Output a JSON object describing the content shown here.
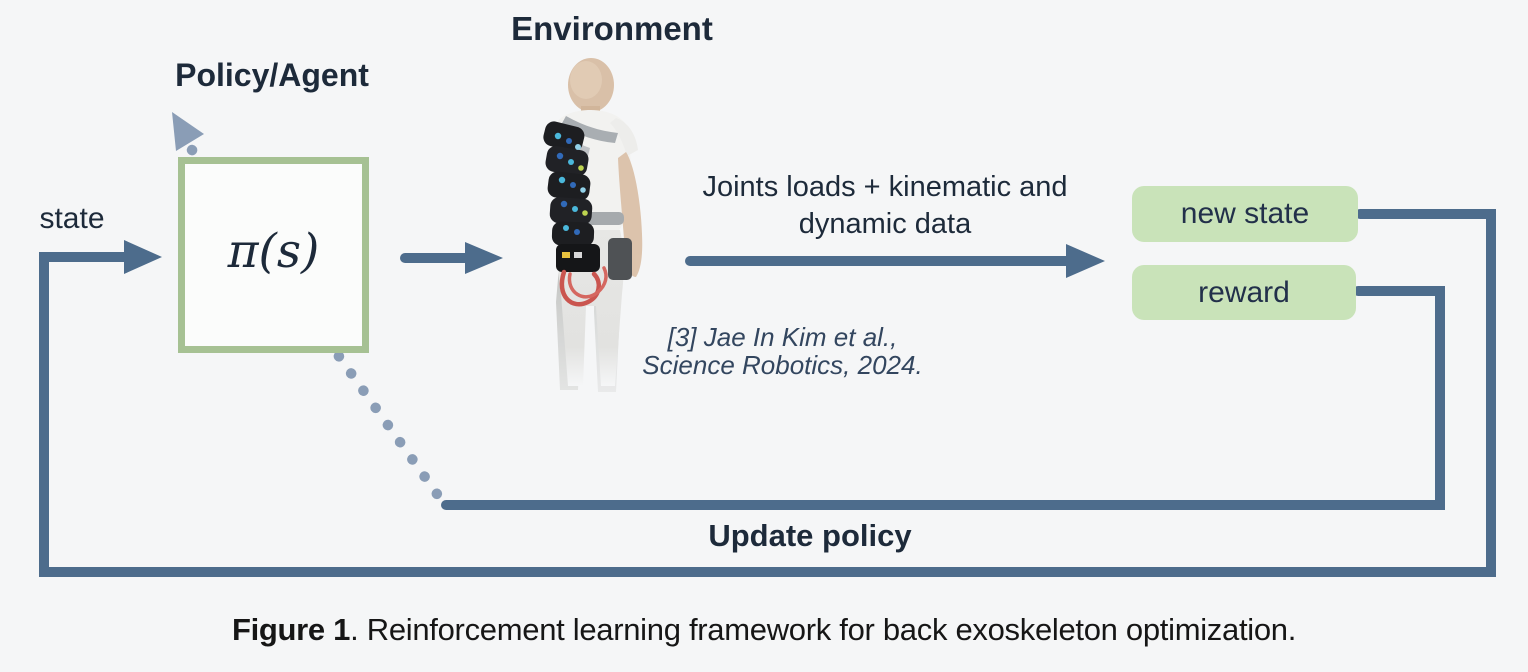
{
  "figure": {
    "background_color": "#f5f6f7",
    "line_color": "#4d6c8c",
    "dotted_line_color": "#8a9db6",
    "policy_box_border_color": "#a6c193",
    "output_box_fill_color": "#c9e3b9",
    "label_color": "#1d2a3a"
  },
  "nodes": {
    "policy_agent_title": "Policy/Agent",
    "environment_title": "Environment",
    "policy_formula": "π(s)",
    "new_state_label": "new state",
    "reward_label": "reward"
  },
  "edges": {
    "state_label": "state",
    "env_output_line1": "Joints loads + kinematic and",
    "env_output_line2": "dynamic data",
    "update_policy_label": "Update policy"
  },
  "citation": {
    "line1": "[3] Jae In Kim et al.,",
    "line2": "Science Robotics, 2024."
  },
  "caption": {
    "label": "Figure 1",
    "text": ". Reinforcement learning framework for back exoskeleton optimization."
  }
}
